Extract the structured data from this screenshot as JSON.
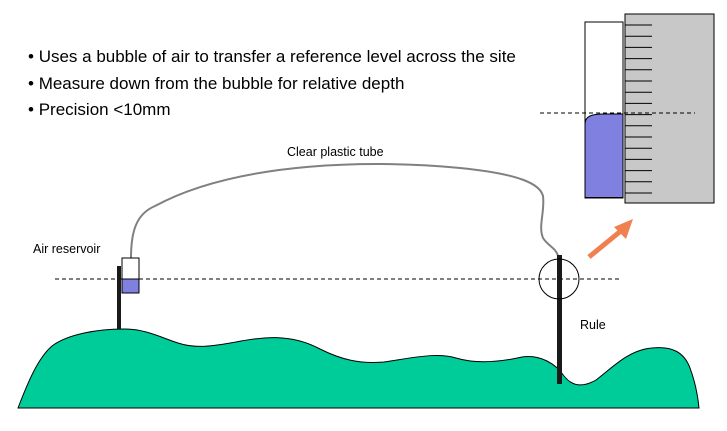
{
  "bullets": [
    "Uses a bubble of air to transfer a reference level across the site",
    "Measure down from the bubble for relative depth",
    "Precision <10mm"
  ],
  "labels": {
    "tube": "Clear plastic tube",
    "reservoir": "Air reservoir",
    "rule": "Rule"
  },
  "colors": {
    "ground": "#00cc99",
    "liquid": "#8080e0",
    "tube": "#808080",
    "arrow": "#f0804f",
    "rule_panel": "#c8c8c8"
  }
}
